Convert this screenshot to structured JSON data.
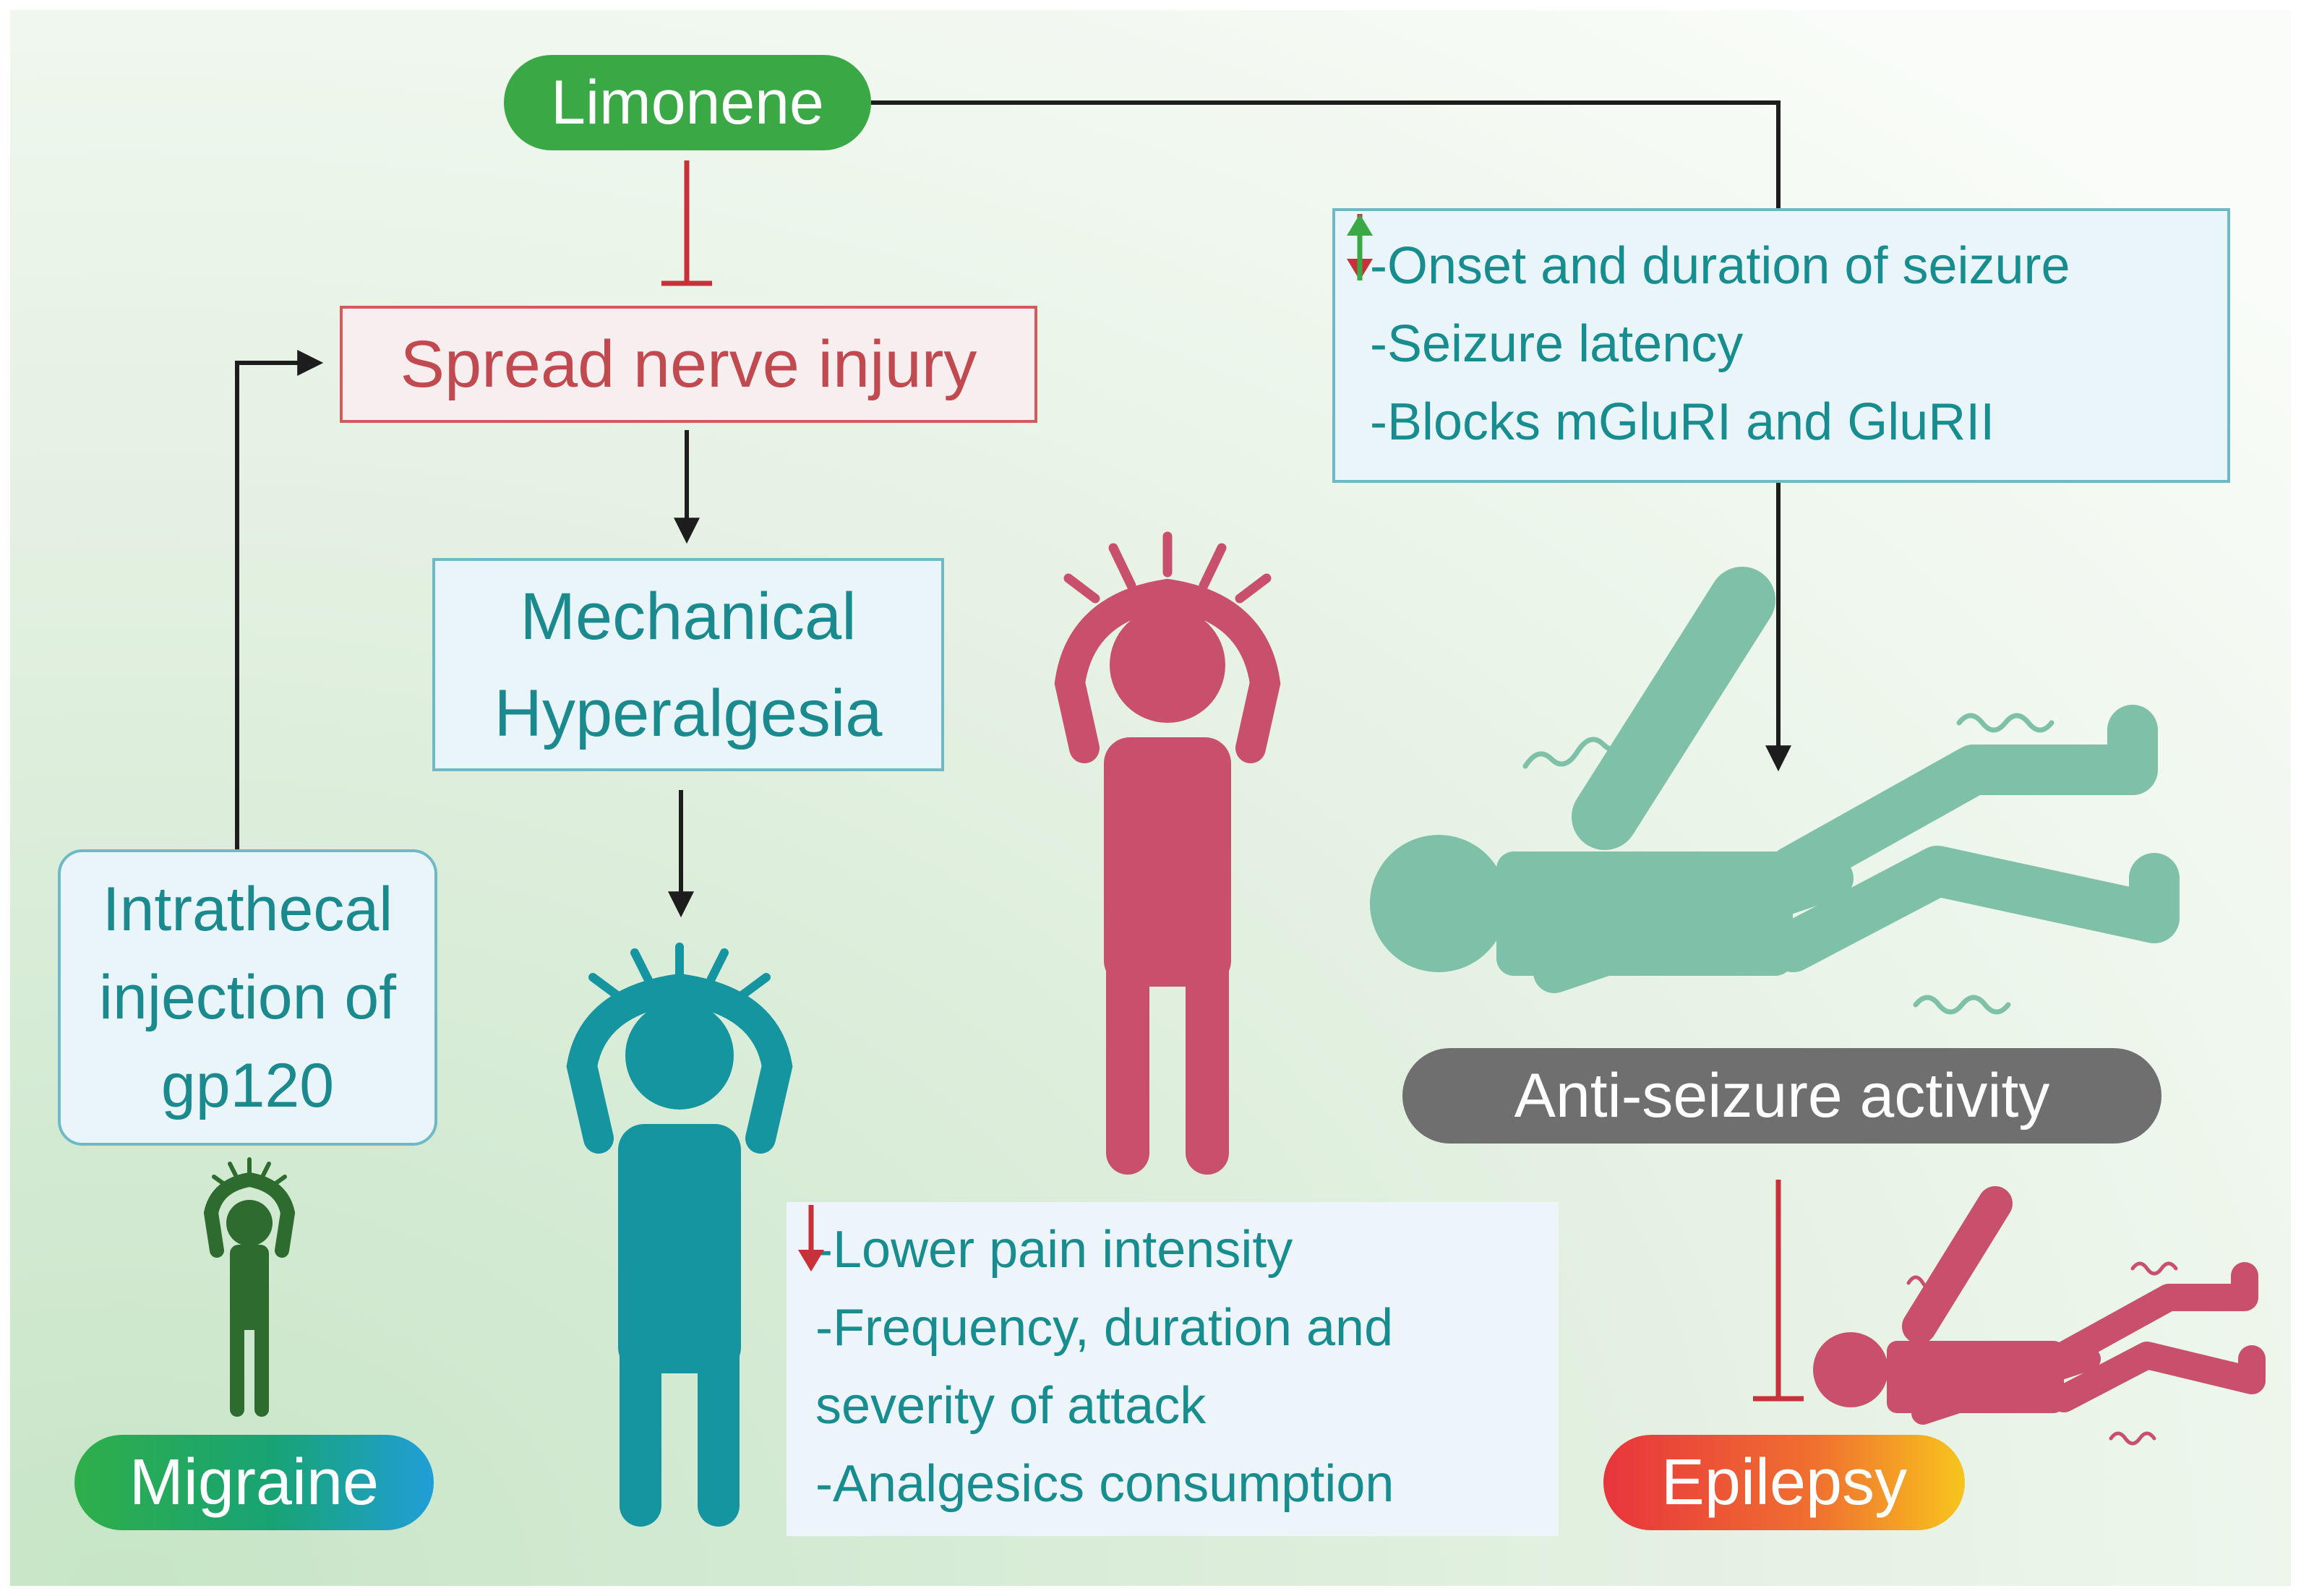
{
  "limonene": "Limonene",
  "spread_injury": "Spread nerve injury",
  "mechanical": [
    "Mechanical",
    "Hyperalgesia"
  ],
  "intrathecal": [
    "Intrathecal",
    "injection of",
    "gp120"
  ],
  "seizure_effects": [
    "-Onset and duration of seizure",
    "-Seizure latency",
    "-Blocks mGluRI and GluRII"
  ],
  "migraine_effects": [
    "-Lower pain intensity",
    "-Frequency, duration and",
    "severity of attack",
    "-Analgesics consumption"
  ],
  "anti_seizure": "Anti-seizure activity",
  "migraine": "Migraine",
  "epilepsy": "Epilepsy",
  "colors": {
    "green_pill": "#3aa845",
    "red": "#c8313a",
    "teal_box_text": "#1b8a8f",
    "teal_figure": "#14959f",
    "pink_figure": "#c9506d",
    "dark_green_figure": "#2e6b2f",
    "seizure_figure": "#7fc0a8",
    "gray_pill": "#6f6f6f",
    "up_arrow": "#3aa845"
  }
}
